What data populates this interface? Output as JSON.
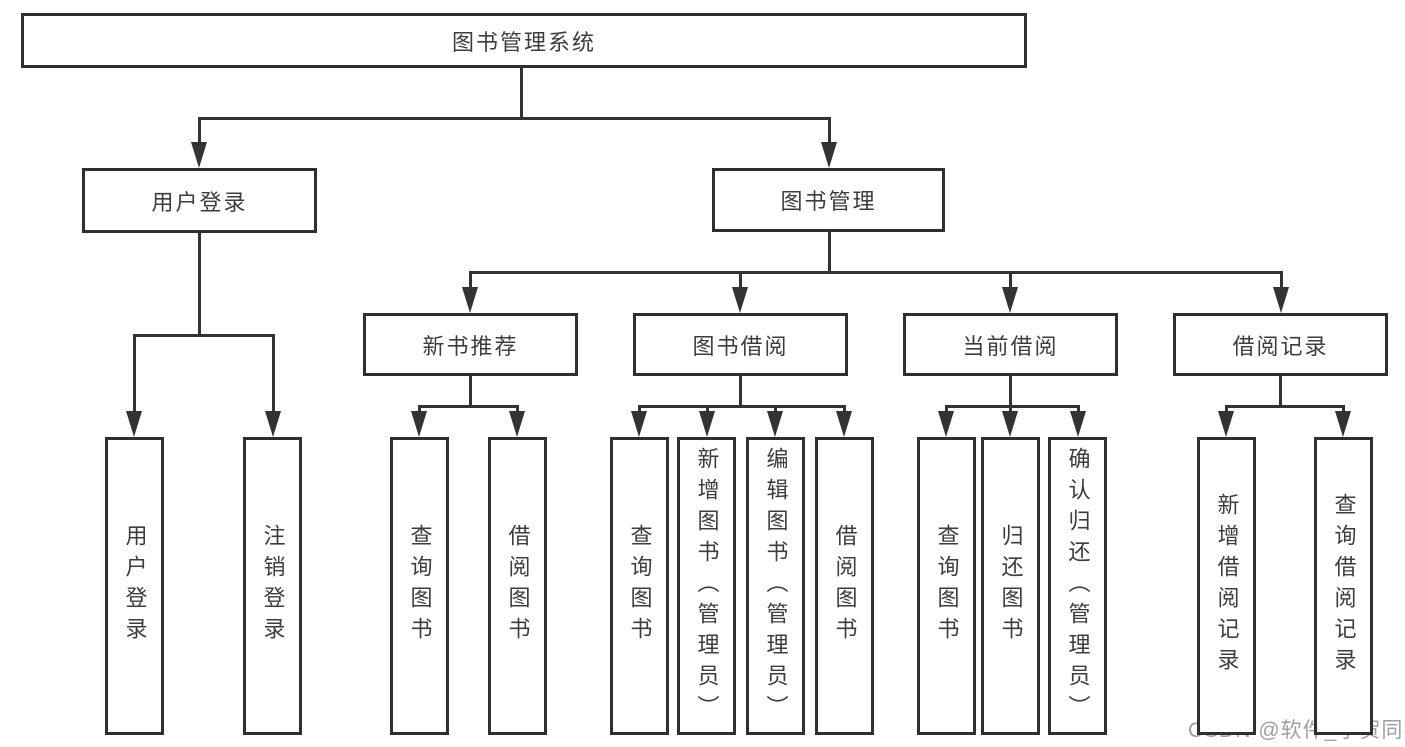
{
  "diagram_title": "图书管理系统",
  "watermark": {
    "text": "CSDN @软件_小贺同学"
  },
  "colors": {
    "line": "#333333",
    "box_border": "#2f2f2f",
    "text": "#3d3d3d",
    "watermark": "#9f9f9f",
    "background": "#ffffff"
  },
  "nodes": [
    {
      "id": "book-management-system",
      "label": "图书管理系统",
      "children": [
        "user-login",
        "book-management"
      ]
    },
    {
      "id": "user-login",
      "label": "用户登录",
      "children": [
        "leaf-user-login",
        "leaf-logout"
      ]
    },
    {
      "id": "book-management",
      "label": "图书管理",
      "children": [
        "new-book-recommend",
        "book-borrowing",
        "current-borrowing",
        "borrow-records"
      ]
    },
    {
      "id": "new-book-recommend",
      "label": "新书推荐",
      "children": [
        "leaf-query-books-1",
        "leaf-borrow-books-1"
      ]
    },
    {
      "id": "book-borrowing",
      "label": "图书借阅",
      "children": [
        "leaf-query-books-2",
        "leaf-add-books-admin",
        "leaf-edit-books-admin",
        "leaf-borrow-books-2"
      ]
    },
    {
      "id": "current-borrowing",
      "label": "当前借阅",
      "children": [
        "leaf-query-books-3",
        "leaf-return-books",
        "leaf-confirm-return-admin"
      ]
    },
    {
      "id": "borrow-records",
      "label": "借阅记录",
      "children": [
        "leaf-add-borrow-record",
        "leaf-query-borrow-record"
      ]
    },
    {
      "id": "leaf-user-login",
      "label": "用户登录",
      "children": []
    },
    {
      "id": "leaf-logout",
      "label": "注销登录",
      "children": []
    },
    {
      "id": "leaf-query-books-1",
      "label": "查询图书",
      "children": []
    },
    {
      "id": "leaf-borrow-books-1",
      "label": "借阅图书",
      "children": []
    },
    {
      "id": "leaf-query-books-2",
      "label": "查询图书",
      "children": []
    },
    {
      "id": "leaf-add-books-admin",
      "label": "新增图书（管理员）",
      "children": []
    },
    {
      "id": "leaf-edit-books-admin",
      "label": "编辑图书（管理员）",
      "children": []
    },
    {
      "id": "leaf-borrow-books-2",
      "label": "借阅图书",
      "children": []
    },
    {
      "id": "leaf-query-books-3",
      "label": "查询图书",
      "children": []
    },
    {
      "id": "leaf-return-books",
      "label": "归还图书",
      "children": []
    },
    {
      "id": "leaf-confirm-return-admin",
      "label": "确认归还（管理员）",
      "children": []
    },
    {
      "id": "leaf-add-borrow-record",
      "label": "新增借阅记录",
      "children": []
    },
    {
      "id": "leaf-query-borrow-record",
      "label": "查询借阅记录",
      "children": []
    }
  ]
}
